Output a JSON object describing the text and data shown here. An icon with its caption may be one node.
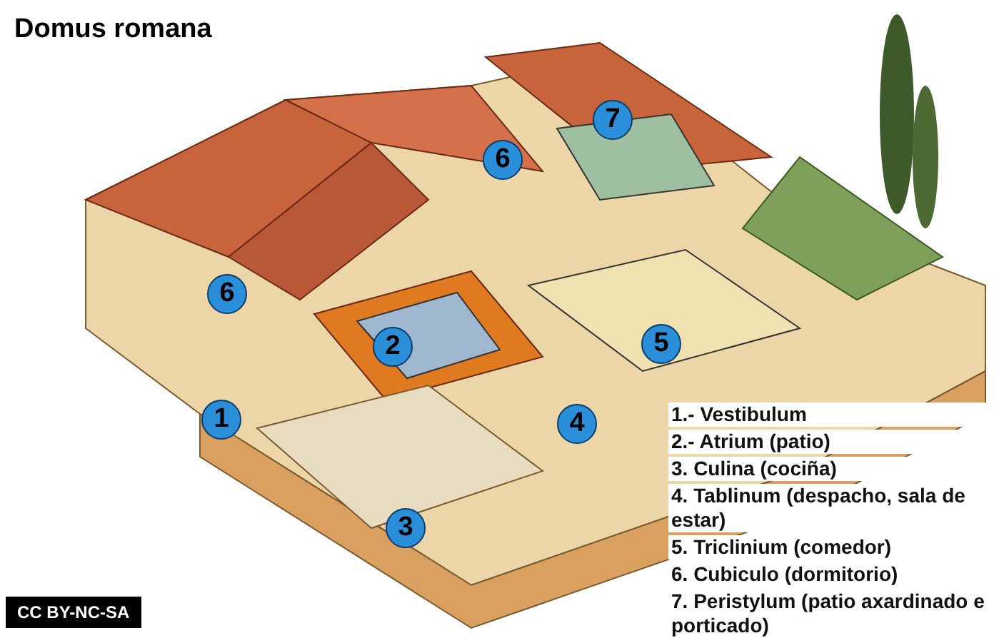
{
  "diagram": {
    "title": "Domus romana",
    "labels": [
      "7",
      "6",
      "6",
      "2",
      "5",
      "1",
      "4",
      "3",
      "1.- Vestibulum",
      "2.- Atrium (patio)",
      "3. Culina (cociña)",
      "4. Tablinum (despacho, sala de estar)",
      "5. Triclinium (comedor)",
      "6. Cubiculo (dormitorio)",
      "7. Peristylum (patio axardinado e porticado)",
      "CC BY-NC-SA"
    ]
  }
}
